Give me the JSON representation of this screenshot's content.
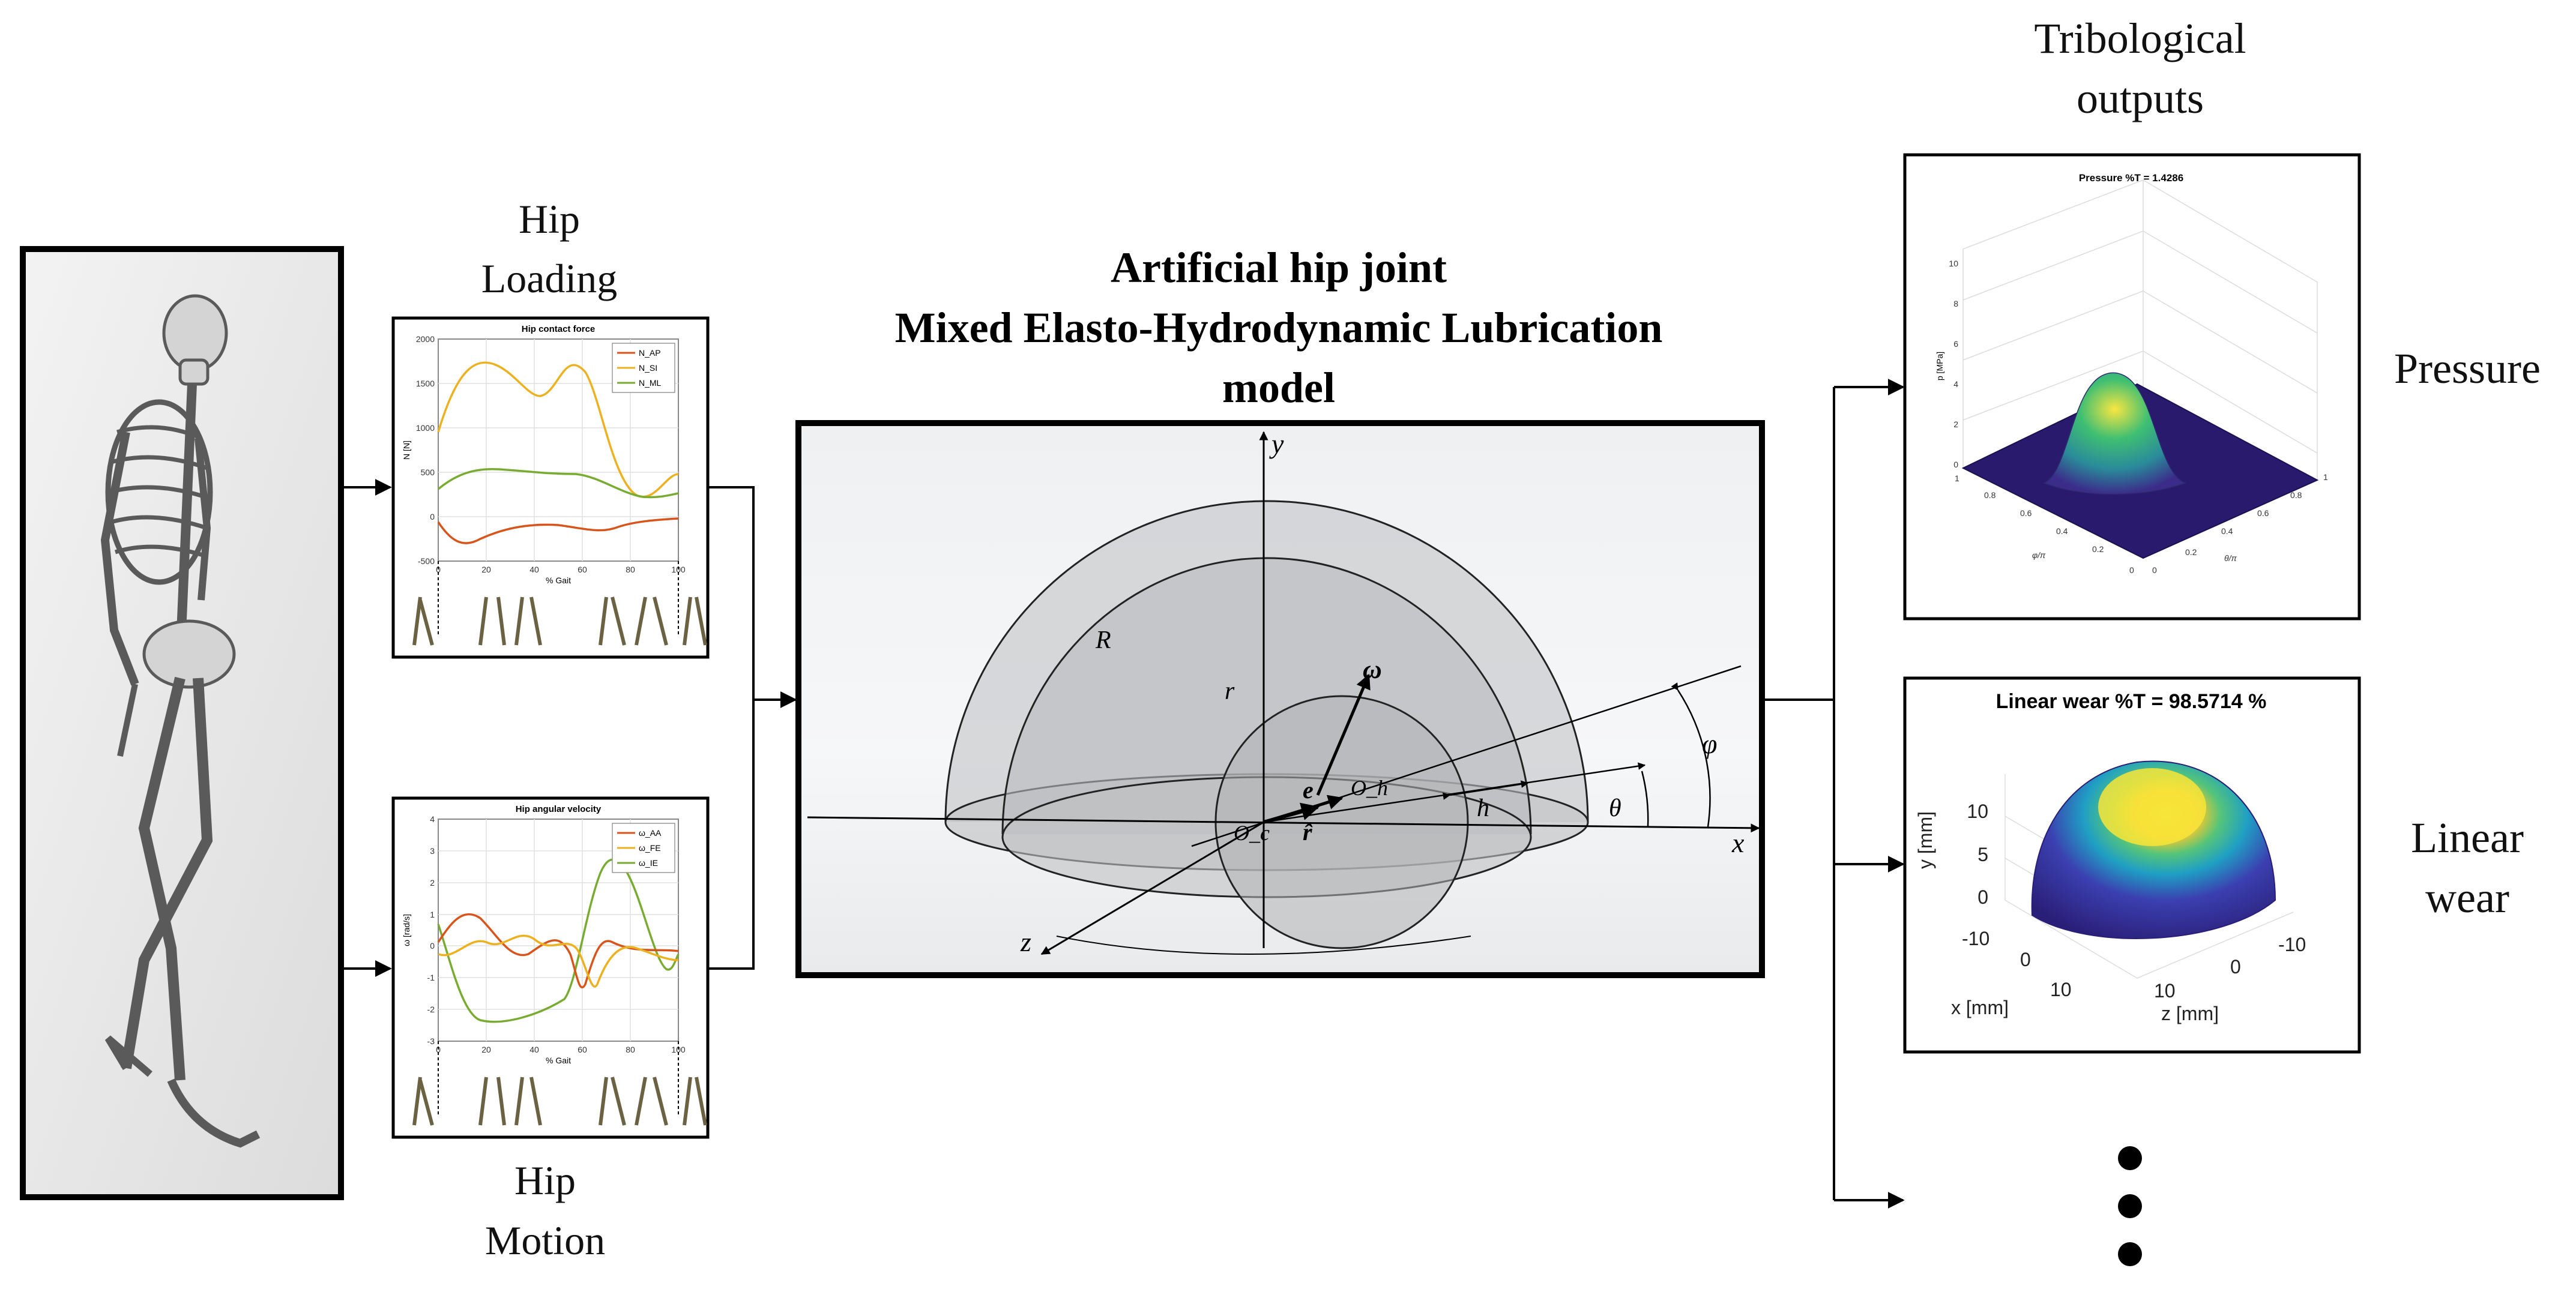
{
  "labels": {
    "hip_loading_line1": "Hip",
    "hip_loading_line2": "Loading",
    "hip_motion_line1": "Hip",
    "hip_motion_line2": "Motion",
    "model_title_line1": "Artificial hip joint",
    "model_title_line2": "Mixed Elasto-Hydrodynamic Lubrication",
    "model_title_line3": "model",
    "outputs_title_line1": "Tribological",
    "outputs_title_line2": "outputs",
    "pressure_label": "Pressure",
    "wear_label_line1": "Linear",
    "wear_label_line2": "wear"
  },
  "force_plot": {
    "title": "Hip contact force",
    "ylabel": "N [N]",
    "xlabel": "% Gait",
    "yticks": [
      "2000",
      "1500",
      "1000",
      "500",
      "0",
      "-500"
    ],
    "xticks": [
      "0",
      "20",
      "40",
      "60",
      "80",
      "100"
    ],
    "legend": [
      "N_AP",
      "N_SI",
      "N_ML"
    ]
  },
  "velocity_plot": {
    "title": "Hip angular velocity",
    "ylabel": "ω [rad/s]",
    "xlabel": "% Gait",
    "yticks": [
      "4",
      "3",
      "2",
      "1",
      "0",
      "-1",
      "-2",
      "-3"
    ],
    "xticks": [
      "0",
      "20",
      "40",
      "60",
      "80",
      "100"
    ],
    "legend": [
      "ω_AA",
      "ω_FE",
      "ω_IE"
    ]
  },
  "geometry": {
    "axis_y": "y",
    "axis_x": "x",
    "axis_z": "z",
    "R": "R",
    "r": "r",
    "omega": "ω",
    "e": "e",
    "Oh": "O_h",
    "Oc": "O_c",
    "rhat": "r̂",
    "h": "h",
    "theta": "θ",
    "phi": "φ"
  },
  "pressure_plot": {
    "title": "Pressure      %T = 1.4286",
    "zlabel": "p [MPa]",
    "zticks": [
      "10",
      "8",
      "6",
      "4",
      "2",
      "0"
    ],
    "xlabel": "φ/π",
    "ylabel": "θ/π",
    "xticks": [
      "1",
      "0.8",
      "0.6",
      "0.4",
      "0.2",
      "0"
    ],
    "yticks": [
      "0",
      "0.2",
      "0.4",
      "0.6",
      "0.8",
      "1"
    ]
  },
  "wear_plot": {
    "title": "Linear wear  %T = 98.5714 %",
    "ylabel": "y [mm]",
    "xlabel": "x [mm]",
    "zlabel": "z [mm]",
    "yticks": [
      "10",
      "5",
      "0"
    ],
    "xticks": [
      "-10",
      "0",
      "10"
    ],
    "zticks": [
      "10",
      "0",
      "-10"
    ]
  },
  "colors": {
    "frame": "#000000",
    "force_ap": "#d9541a",
    "force_si": "#edb120",
    "force_ml": "#77ac30",
    "pressure_floor": "#2a1a6e",
    "wear_low": "#3b2f9a",
    "wear_high": "#f7e53a"
  }
}
